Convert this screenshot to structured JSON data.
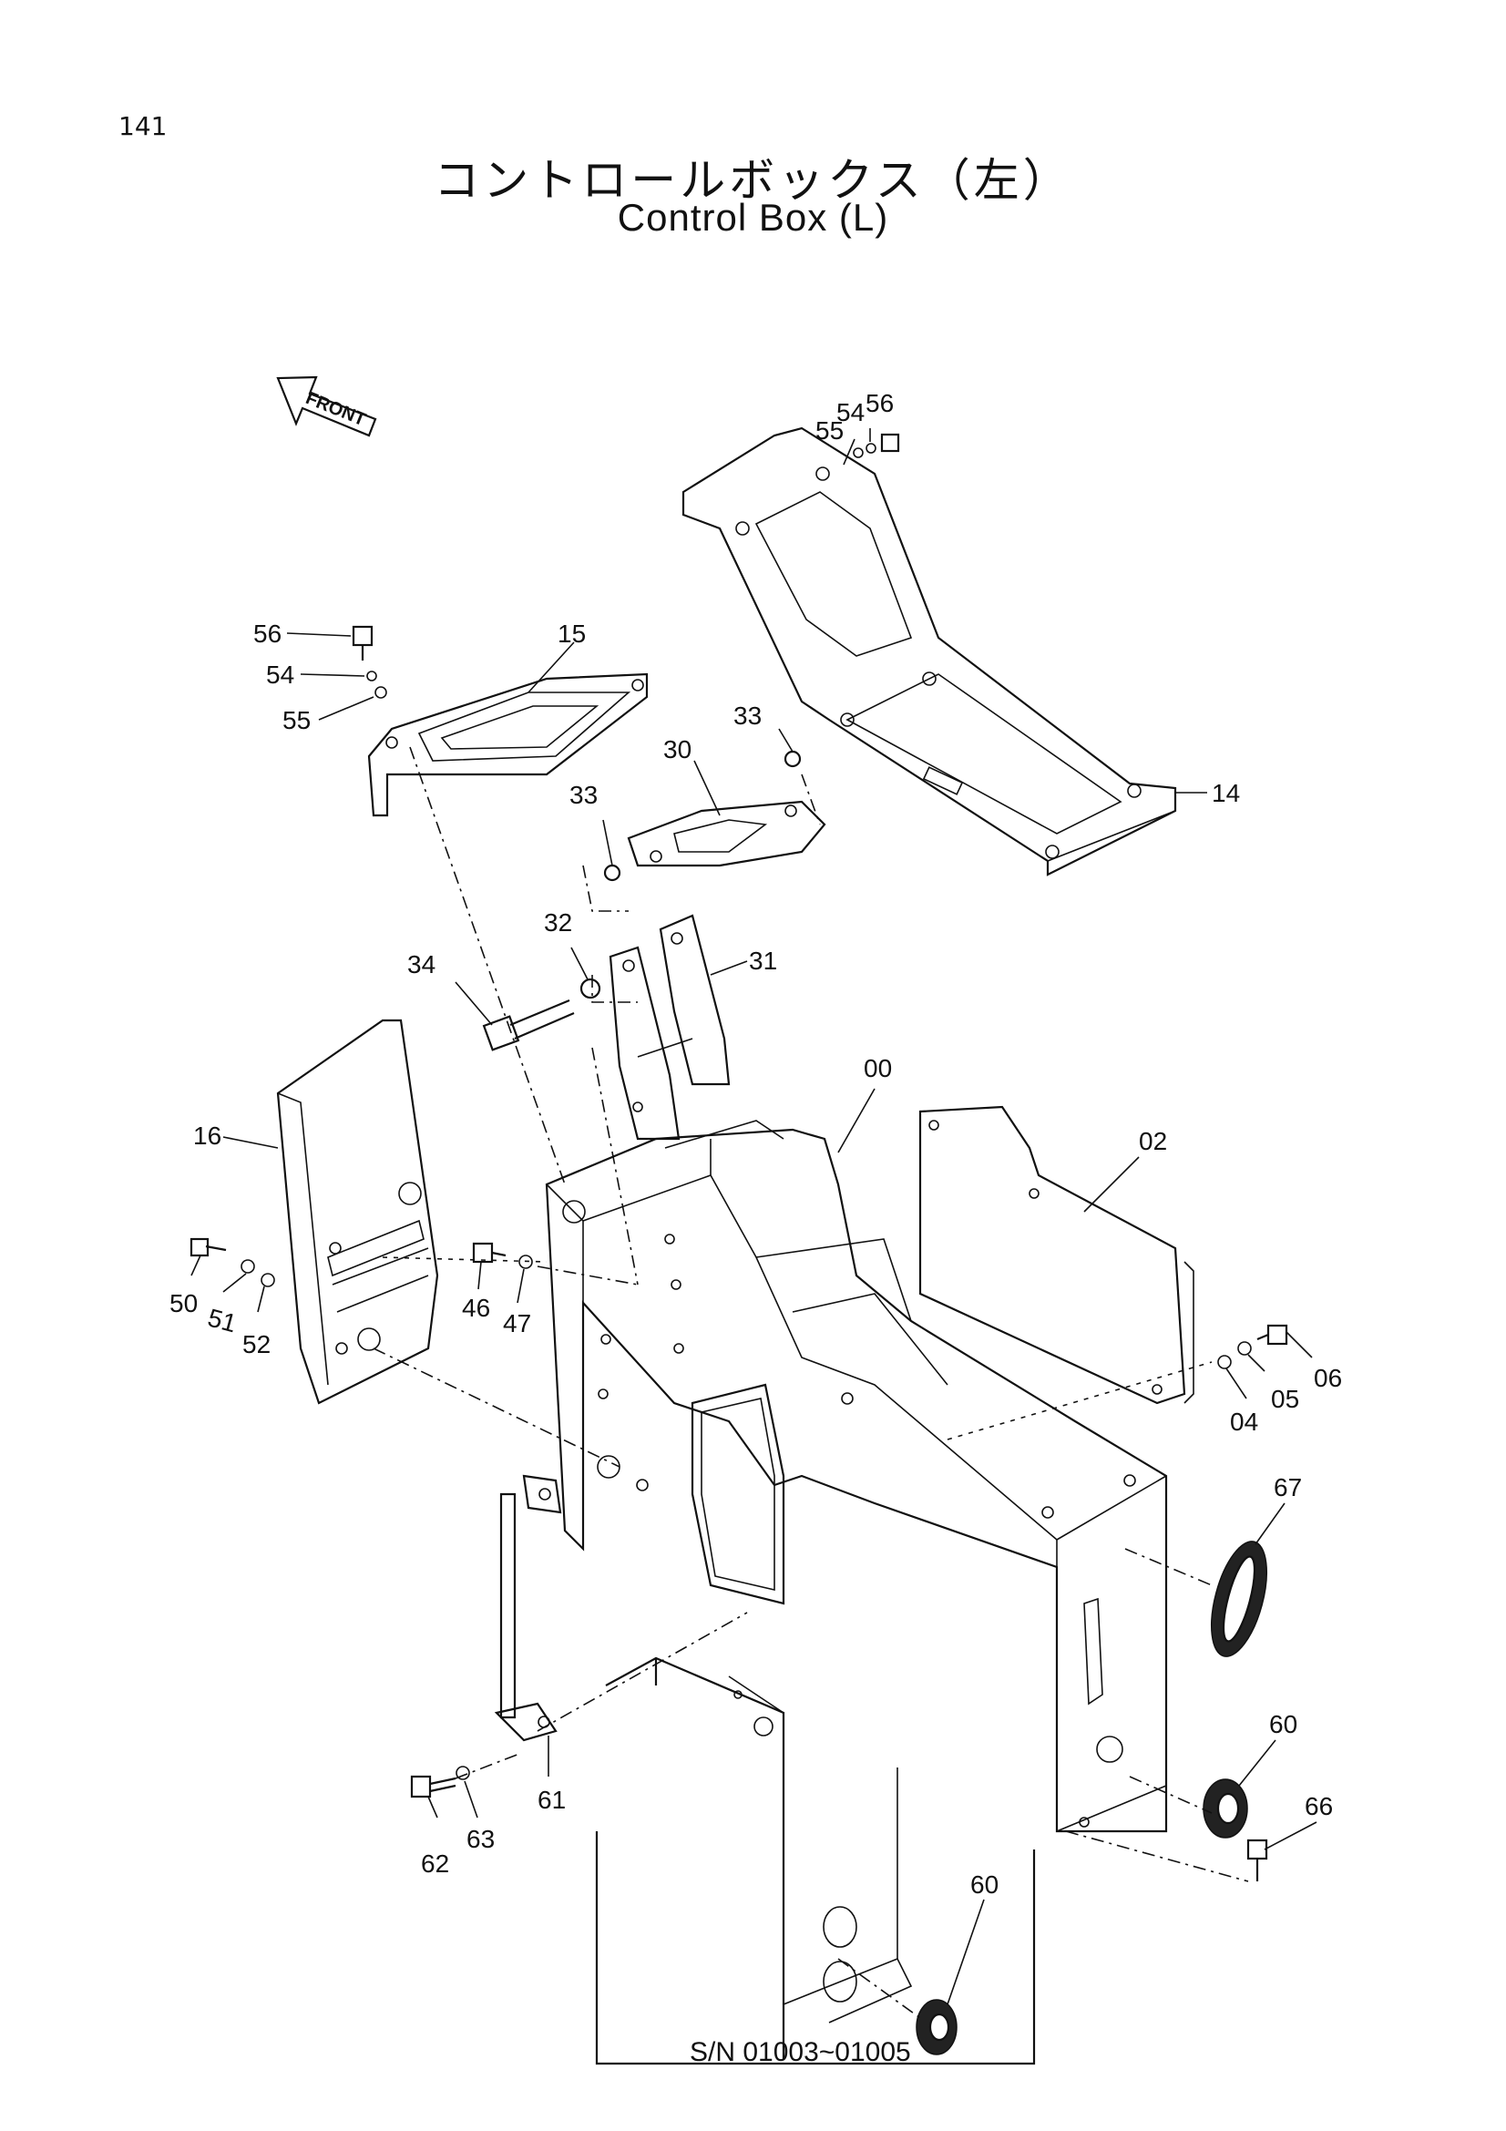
{
  "page_number": "141",
  "title_jp": "コントロールボックス（左）",
  "title_en": "Control Box (L)",
  "front_label": "FRONT",
  "serial_note": "S/N 01003~01005",
  "callouts": [
    {
      "id": "c56a",
      "label": "56"
    },
    {
      "id": "c54a",
      "label": "54"
    },
    {
      "id": "c55a",
      "label": "55"
    },
    {
      "id": "c15",
      "label": "15"
    },
    {
      "id": "c56b",
      "label": "56"
    },
    {
      "id": "c54b",
      "label": "54"
    },
    {
      "id": "c55b",
      "label": "55"
    },
    {
      "id": "c14",
      "label": "14"
    },
    {
      "id": "c33a",
      "label": "33"
    },
    {
      "id": "c30",
      "label": "30"
    },
    {
      "id": "c33b",
      "label": "33"
    },
    {
      "id": "c32",
      "label": "32"
    },
    {
      "id": "c31",
      "label": "31"
    },
    {
      "id": "c34",
      "label": "34"
    },
    {
      "id": "c00",
      "label": "00"
    },
    {
      "id": "c02",
      "label": "02"
    },
    {
      "id": "c16",
      "label": "16"
    },
    {
      "id": "c50",
      "label": "50"
    },
    {
      "id": "c51",
      "label": "51"
    },
    {
      "id": "c52",
      "label": "52"
    },
    {
      "id": "c46",
      "label": "46"
    },
    {
      "id": "c47",
      "label": "47"
    },
    {
      "id": "c06",
      "label": "06"
    },
    {
      "id": "c05",
      "label": "05"
    },
    {
      "id": "c04",
      "label": "04"
    },
    {
      "id": "c67",
      "label": "67"
    },
    {
      "id": "c60a",
      "label": "60"
    },
    {
      "id": "c66",
      "label": "66"
    },
    {
      "id": "c61",
      "label": "61"
    },
    {
      "id": "c63",
      "label": "63"
    },
    {
      "id": "c62",
      "label": "62"
    },
    {
      "id": "c60b",
      "label": "60"
    }
  ]
}
